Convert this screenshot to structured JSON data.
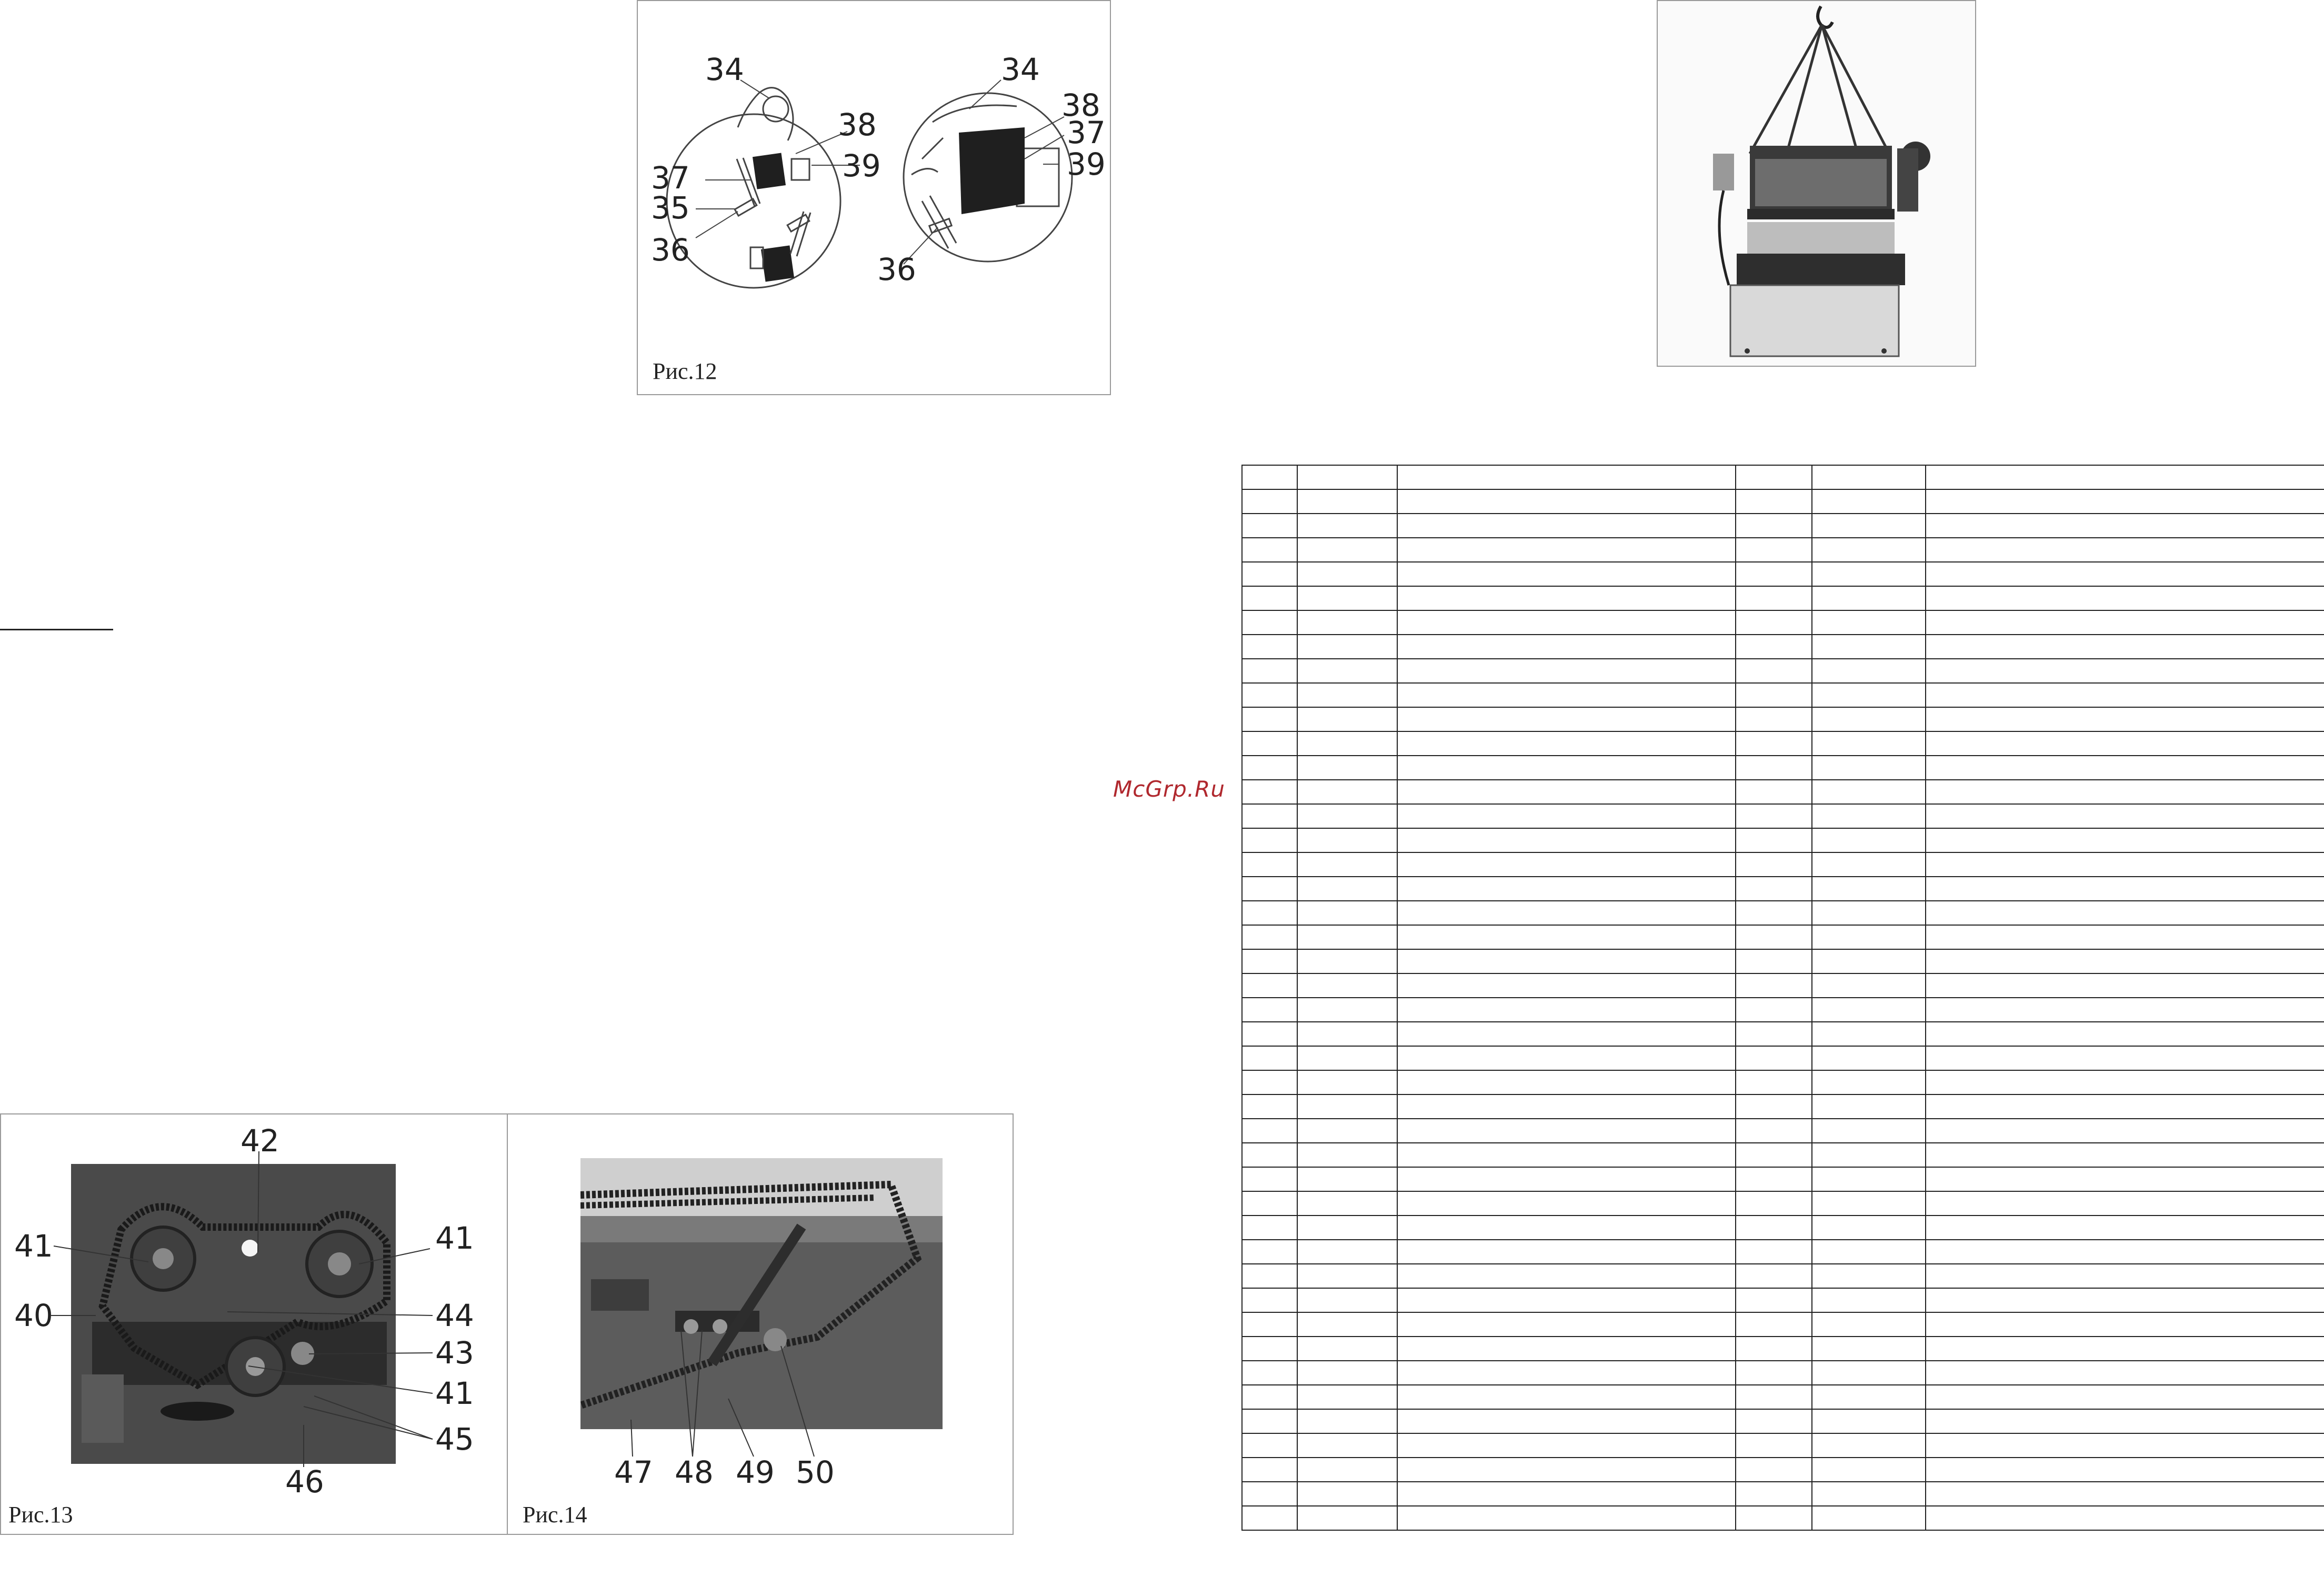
{
  "figures": {
    "fig12": {
      "caption": "Рис.12",
      "labels": [
        "34",
        "38",
        "39",
        "37",
        "35",
        "36",
        "34",
        "38",
        "37",
        "39",
        "36"
      ]
    },
    "fig13": {
      "caption": "Рис.13",
      "labels": [
        "42",
        "41",
        "41",
        "40",
        "44",
        "43",
        "41",
        "45",
        "46"
      ]
    },
    "fig14": {
      "caption": "Рис.14",
      "labels": [
        "47",
        "48",
        "49",
        "50"
      ]
    }
  },
  "watermark": {
    "text": "McGrp.Ru",
    "color": "#b0282e"
  },
  "table": {
    "columns": 6,
    "rows": 44
  }
}
